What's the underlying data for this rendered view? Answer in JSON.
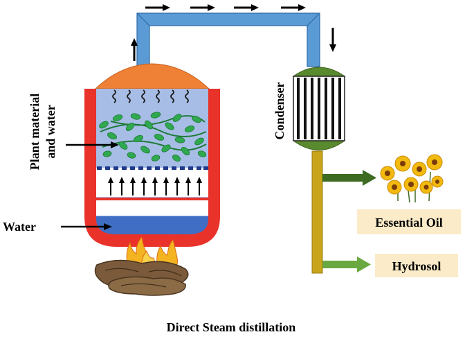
{
  "diagram": {
    "caption": "Direct Steam distillation",
    "labels": {
      "plant_material_line1": "Plant material",
      "plant_material_line2": "and water",
      "water": "Water",
      "condenser": "Condenser",
      "essential_oil": "Essential Oil",
      "hydrosol": "Hydrosol"
    },
    "colors": {
      "vessel_wall": "#e8322a",
      "vessel_interior": "#a7bde6",
      "vessel_lid": "#ef8136",
      "water": "#3f6ec4",
      "steam_pipe": "#5b9bd5",
      "condenser_cap": "#5a8a2e",
      "outlet_pipe": "#c8a41a",
      "oil_arrow": "#3d6b22",
      "hydrosol_arrow": "#6aa841",
      "label_box": "#fbebc8",
      "leaves": "#2fa84f",
      "flame": "#f4b321",
      "wood": "#7a5a3a",
      "flower": "#f2b90f"
    },
    "icons": [
      "steam-wave-icon",
      "arrow-icon",
      "flame-icon",
      "wood-log-icon",
      "flower-icon",
      "leaf-icon"
    ]
  }
}
